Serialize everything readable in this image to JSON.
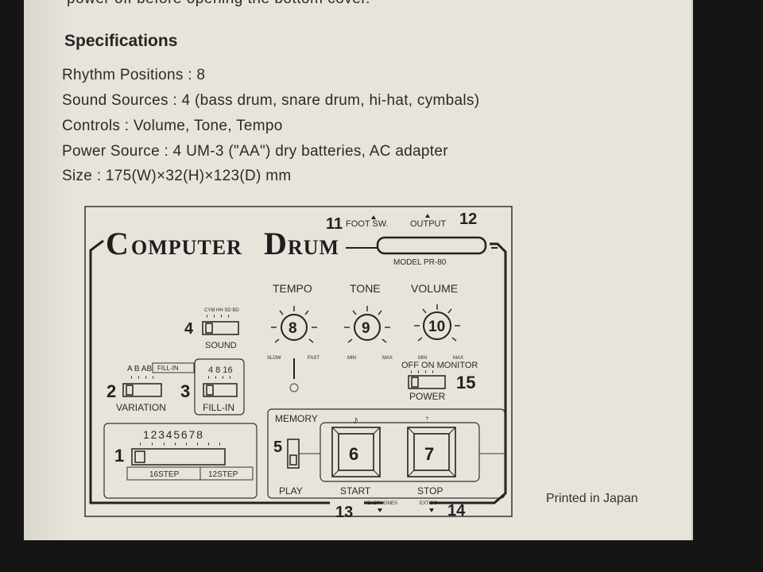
{
  "top_text": "power off before opening the bottom cover.",
  "specifications": {
    "title": "Specifications",
    "lines": [
      "Rhythm Positions : 8",
      "Sound Sources : 4 (bass drum, snare drum, hi-hat, cymbals)",
      "Controls : Volume, Tone, Tempo",
      "Power Source : 4 UM-3 (\"AA\") dry batteries, AC adapter",
      "Size :  175(W)×32(H)×123(D) mm"
    ]
  },
  "diagram": {
    "brand": "COMPUTER DRUM",
    "model": "MODEL PR-80",
    "foot_sw": "FOOT SW.",
    "output": "OUTPUT",
    "tempo": "TEMPO",
    "tone": "TONE",
    "volume": "VOLUME",
    "slow": "SLOW",
    "fast": "FAST",
    "min": "MIN",
    "max": "MAX",
    "cym_letters": "CYM HH SD BD",
    "sound": "SOUND",
    "variation_letters": "A B AB",
    "fill_in_tab": "FILL-IN",
    "fill_numbers": "4 8 16",
    "variation": "VARIATION",
    "fill_in": "FILL-IN",
    "power_positions": "OFF ON MONITOR",
    "power": "POWER",
    "positions": "12345678",
    "step16": "16STEP",
    "step12": "12STEP",
    "memory": "MEMORY",
    "play": "PLAY",
    "start": "START",
    "stop": "STOP",
    "headphones": "HEADPHONES",
    "ext_dc": "EXT DC",
    "n1": "1",
    "n2": "2",
    "n3": "3",
    "n4": "4",
    "n5": "5",
    "n6": "6",
    "n7": "7",
    "n8": "8",
    "n9": "9",
    "n10": "10",
    "n11": "11",
    "n12": "12",
    "n13": "13",
    "n14": "14",
    "n15": "15"
  },
  "printed": "Printed in Japan"
}
